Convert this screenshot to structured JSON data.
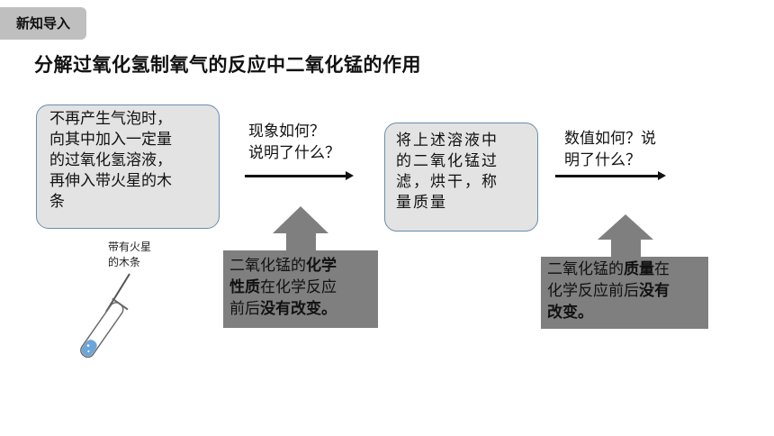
{
  "header": {
    "tag": "新知导入",
    "title": "分解过氧化氢制氧气的反应中二氧化锰的作用"
  },
  "step1": {
    "text": [
      "不再产生气泡时，",
      "向其中加入一定量",
      "的过氧化氢溶液，",
      "再伸入带火星的木",
      "条"
    ],
    "question": [
      "现象如何？",
      "说明了什么？"
    ],
    "conclusion": {
      "pre": "二氧化锰的",
      "b1": "化学",
      "b2": "性质",
      "mid": "在化学反应",
      "post_pre": "前后",
      "b3": "没有改变。"
    }
  },
  "step2": {
    "text": [
      "将上述溶液中",
      "的二氧化锰过",
      "滤，烘干，称",
      "量质量"
    ],
    "question": [
      "数值如何？说",
      "明了什么？"
    ],
    "conclusion": {
      "pre": "二氧化锰的",
      "b1": "质量",
      "mid": "在",
      "line2": "化学反应前后",
      "b2": "没有",
      "b3": "改变。"
    }
  },
  "illustration": {
    "label": [
      "带有火星",
      "的木条"
    ]
  }
}
